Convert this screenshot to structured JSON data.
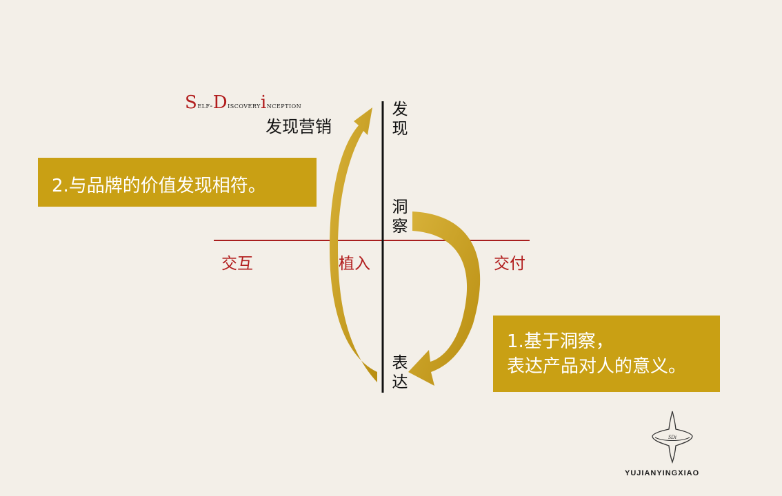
{
  "brand": {
    "title_parts": [
      {
        "cap": "S",
        "rest": "elf-"
      },
      {
        "cap": "D",
        "rest": "iscovery"
      },
      {
        "cap": "i",
        "rest": "nception"
      }
    ],
    "subtitle": "发现营销"
  },
  "axes": {
    "vertical_top": "发现",
    "vertical_middle": "洞察",
    "vertical_bottom": "表达",
    "horizontal_left": "交互",
    "horizontal_center": "植入",
    "horizontal_right": "交付"
  },
  "callouts": {
    "step2": "2.与品牌的价值发现相符。",
    "step1_line1": "1.基于洞察，",
    "step1_line2": "表达产品对人的意义。"
  },
  "logo": {
    "mark": "SDi",
    "name": "YUJIANYINGXIAO"
  },
  "colors": {
    "background": "#f3efe8",
    "accent_red": "#b11b1b",
    "gold": "#c9a014",
    "axis": "#111111"
  }
}
